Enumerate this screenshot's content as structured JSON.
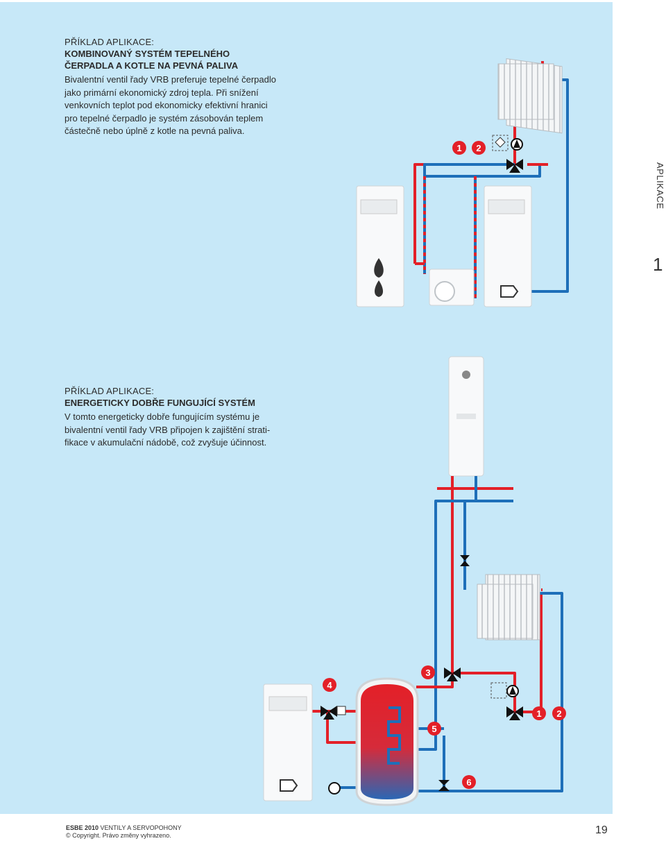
{
  "example1": {
    "eyebrow": "PŘÍKLAD APLIKACE:",
    "title_line1": "KOMBINOVANÝ SYSTÉM TEPELNÉHO",
    "title_line2": "ČERPADLA A KOTLE NA PEVNÁ PALIVA",
    "body_lines": [
      "Bivalentní ventil řady VRB preferuje tepelné čerpadlo",
      "jako primární ekonomický zdroj tepla. Při snížení",
      "venkovních teplot pod ekonomicky efektivní hranici",
      "pro tepelné čerpadlo je systém zásobován teplem",
      "částečně nebo úplně z kotle na pevná paliva."
    ],
    "markers": [
      "1",
      "2"
    ]
  },
  "example2": {
    "eyebrow": "PŘÍKLAD APLIKACE:",
    "title": "ENERGETICKY DOBŘE FUNGUJÍCÍ SYSTÉM",
    "body_lines": [
      "V tomto energeticky dobře fungujícím systému je",
      "bivalentní ventil řady VRB připojen k zajištění strati-",
      "fikace v akumulační nádobě, což zvyšuje účinnost."
    ],
    "markers": [
      "1",
      "2",
      "3",
      "4",
      "5",
      "6"
    ]
  },
  "side_tab": {
    "label": "APLIKACE",
    "number": "1"
  },
  "footer": {
    "brand": "ESBE 2010",
    "line1_rest": " VENTILY A SERVOPOHONY",
    "line2": "© Copyright. Právo změny vyhrazeno.",
    "page_number": "19"
  },
  "colors": {
    "hot": "#e32028",
    "cold": "#1e6fb9",
    "marker": "#e32028",
    "panel": "#c7e8f8"
  }
}
